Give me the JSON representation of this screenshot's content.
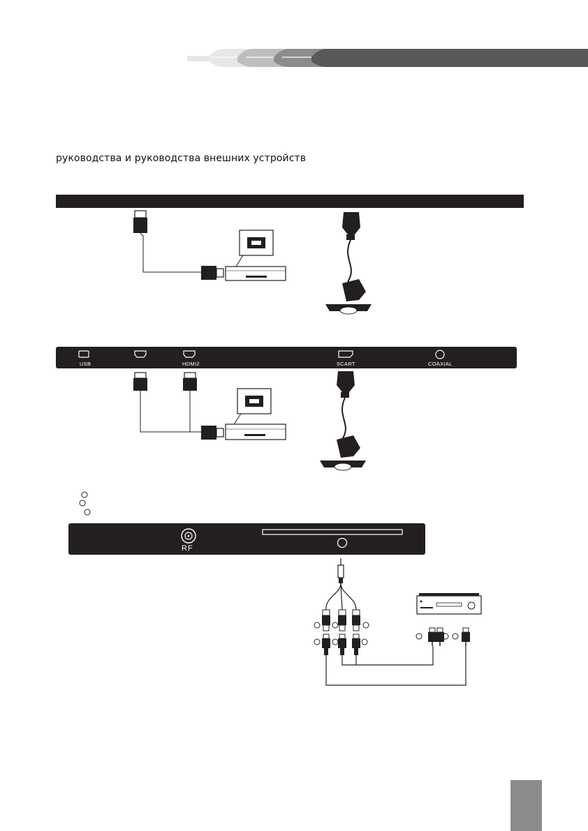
{
  "intro": {
    "text": "руководства и руководства внешних устройств"
  },
  "ports": {
    "usb": "USB",
    "hdmi2": "HDMI2",
    "scart": "SCART",
    "coaxial": "COAXIAL"
  },
  "rf_panel": {
    "rf_label": "RF"
  },
  "colors": {
    "panel": "#231f20",
    "header_dark": "#58595b",
    "header_mid": "#a7a9ac",
    "header_light": "#d1d3d4",
    "page_tab": "#8a8c8e"
  }
}
